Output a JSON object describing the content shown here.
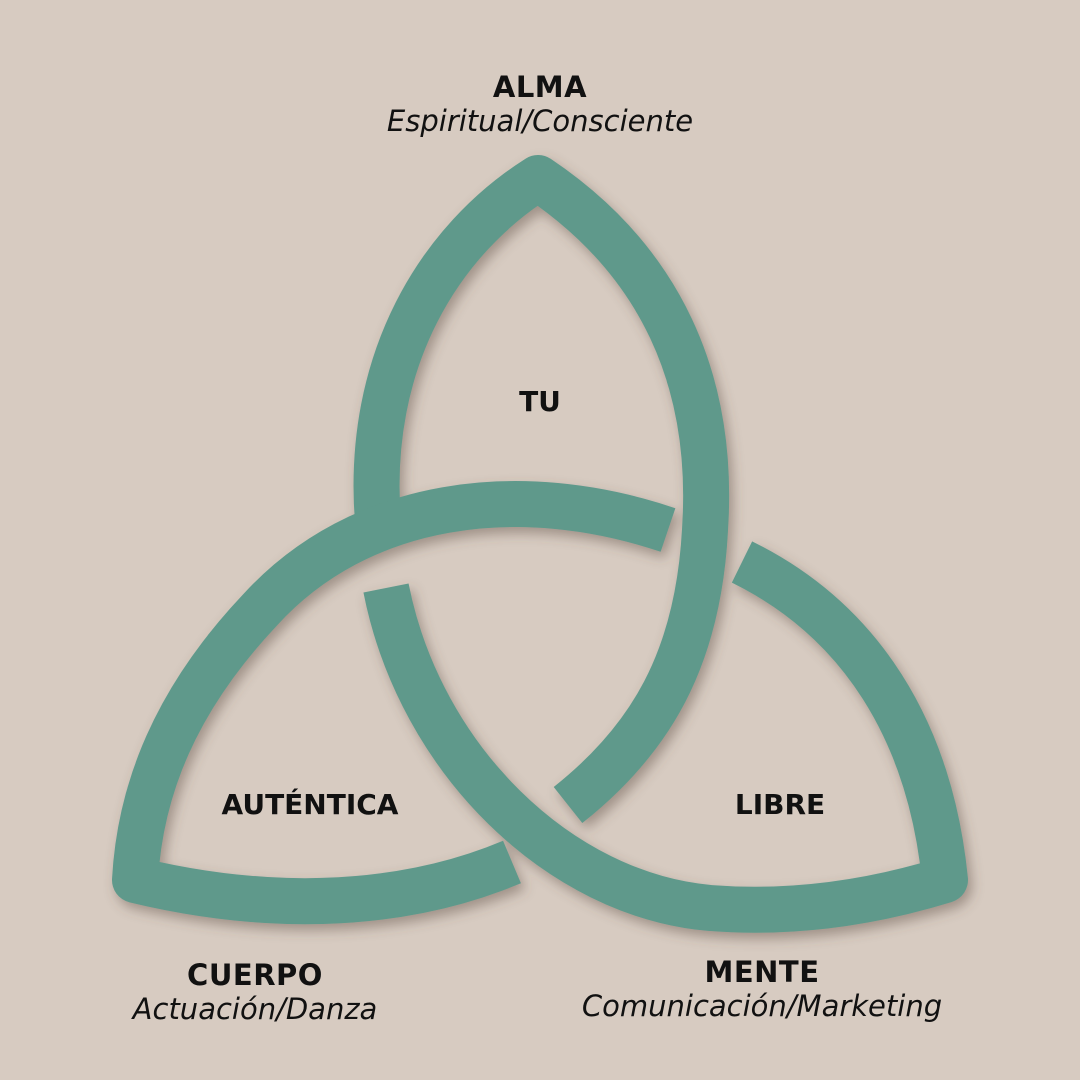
{
  "colors": {
    "background": "#d7cbc1",
    "knot": "#5f998b"
  },
  "top": {
    "title": "ALMA",
    "subtitle": "Espiritual/Consciente"
  },
  "left": {
    "title": "CUERPO",
    "subtitle": "Actuación/Danza"
  },
  "right": {
    "title": "MENTE",
    "subtitle": "Comunicación/Marketing"
  },
  "inner": {
    "top": "TU",
    "left": "AUTÉNTICA",
    "right": "LIBRE"
  }
}
